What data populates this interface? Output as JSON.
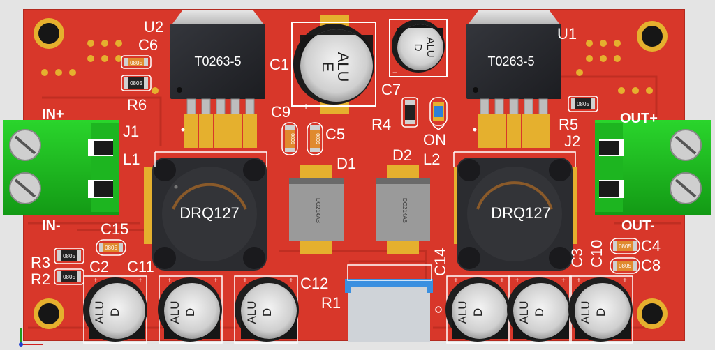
{
  "silkscreen": {
    "u2": "U2",
    "u1": "U1",
    "c6": "C6",
    "c1": "C1",
    "c7": "C7",
    "c9": "C9",
    "c5": "C5",
    "r6": "R6",
    "r4": "R4",
    "r5": "R5",
    "on": "ON",
    "in_plus": "IN+",
    "in_minus": "IN-",
    "out_plus": "OUT+",
    "out_minus": "OUT-",
    "j1": "J1",
    "j2": "J2",
    "l1": "L1",
    "l2": "L2",
    "d1": "D1",
    "d2": "D2",
    "c15": "C15",
    "c14": "C14",
    "c3": "C3",
    "c10": "C10",
    "c4": "C4",
    "c8": "C8",
    "r3": "R3",
    "r2": "R2",
    "c2": "C2",
    "c11": "C11",
    "c12": "C12",
    "r1": "R1"
  },
  "parts": {
    "regulator_left": "T0263-5",
    "regulator_right": "T0263-5",
    "inductor_left": "DRQ127",
    "inductor_right": "DRQ127",
    "diode_left": "DO214AB",
    "diode_right": "DO214AB",
    "cap_big_line1": "ALU",
    "cap_big_line2": "E",
    "cap_small_line1": "ALU",
    "cap_small_line2": "D",
    "cap_alu": "ALU",
    "cap_d": "D",
    "smd_0805": "0805",
    "smd_0805_flipped": "0805"
  },
  "colors": {
    "board": "#d8372a",
    "trace": "#c93024",
    "silk": "#ffffff",
    "copper": "#e5b02e",
    "terminal": "#1bb01e"
  }
}
